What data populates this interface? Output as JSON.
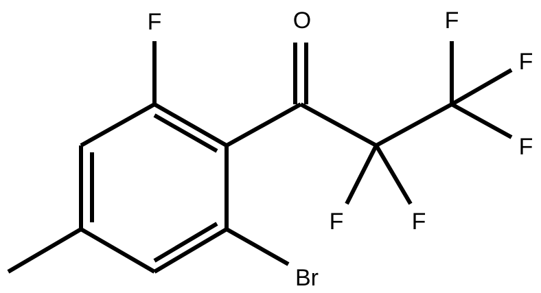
{
  "molecule": {
    "atoms": {
      "o_carbonyl": "O",
      "f_ring": "F",
      "br": "Br",
      "f_cf2_left": "F",
      "f_cf2_right": "F",
      "f_cf3_top": "F",
      "f_cf3_mid": "F",
      "f_cf3_bottom": "F"
    },
    "colors": {
      "bond": "#000000",
      "label": "#000000",
      "background": "#ffffff"
    }
  }
}
